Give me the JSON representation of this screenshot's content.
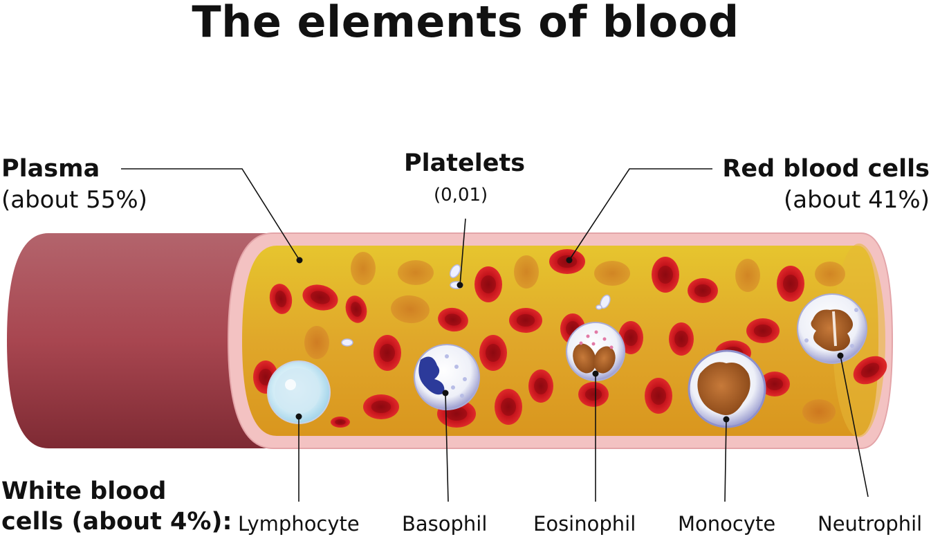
{
  "title": "The elements of blood",
  "labels": {
    "plasma": {
      "name": "Plasma",
      "detail": "(about 55%)"
    },
    "platelets": {
      "name": "Platelets",
      "detail": "(0,01)"
    },
    "red_blood_cells": {
      "name": "Red blood cells",
      "detail": "(about 41%)"
    },
    "white_blood_cells": {
      "line1": "White blood",
      "line2": "cells (about 4%):"
    }
  },
  "white_cells": [
    "Lymphocyte",
    "Basophil",
    "Eosinophil",
    "Monocyte",
    "Neutrophil"
  ],
  "colors": {
    "vessel_outer": "#9c3c45",
    "vessel_wall": "#f4c4c4",
    "plasma": "#e0aa2a",
    "red_cell": "#c8141e",
    "red_cell_center": "#8e0a10",
    "leader_line": "#111111"
  }
}
